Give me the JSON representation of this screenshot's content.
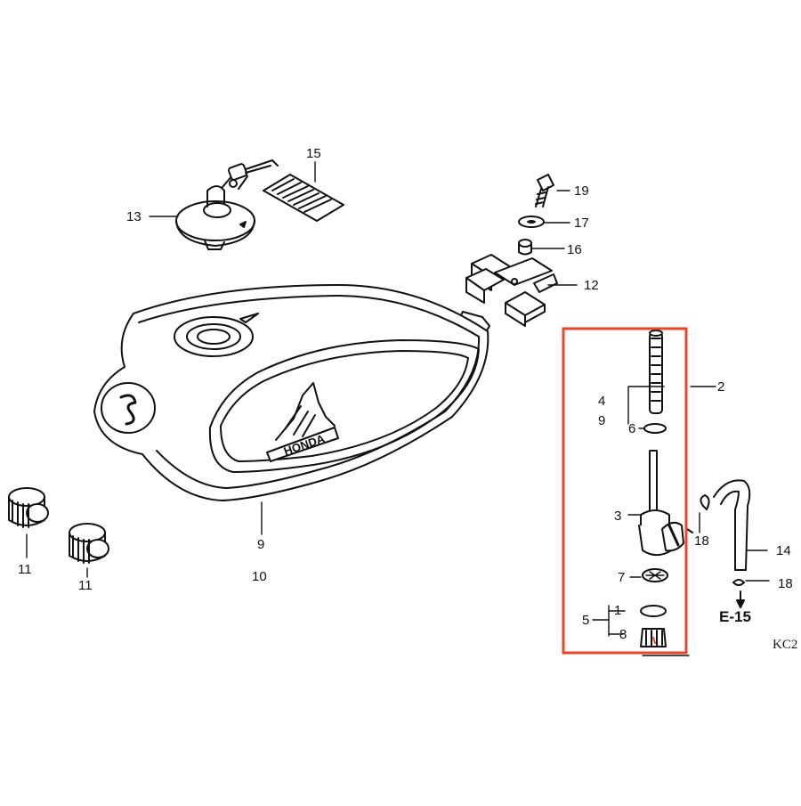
{
  "parts": {
    "p1": "1",
    "p2": "2",
    "p3": "3",
    "p4": "4",
    "p5": "5",
    "p6": "6",
    "p7": "7",
    "p8": "8",
    "p9a": "9",
    "p9b": "9",
    "p10": "10",
    "p11a": "11",
    "p11b": "11",
    "p12": "12",
    "p13": "13",
    "p14": "14",
    "p15": "15",
    "p16": "16",
    "p17": "17",
    "p18a": "18",
    "p18b": "18",
    "p19": "19"
  },
  "cross_reference": "E-15",
  "diagram_code": "KC2",
  "tank_emblem": "HONDA",
  "highlight_color": "#e8452a"
}
